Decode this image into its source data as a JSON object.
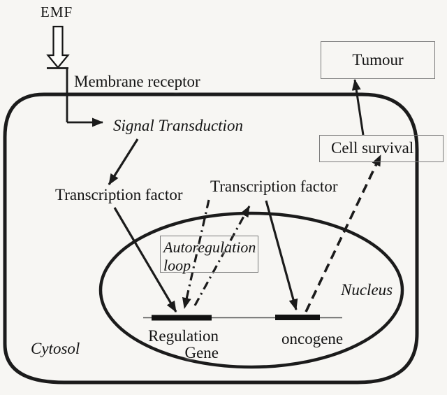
{
  "diagram": {
    "emf": "EMF",
    "membrane_receptor": "Membrane receptor",
    "signal_transduction": "Signal Transduction",
    "transcription_factor_left": "Transcription factor",
    "transcription_factor_right": "Transcription factor",
    "autoregulation_loop": {
      "line1": "Autoregulation",
      "line2": "loop"
    },
    "nucleus": "Nucleus",
    "regulation_gene": {
      "line1": "Regulation",
      "line2": "Gene"
    },
    "oncogene": "oncogene",
    "cytosol": "Cytosol",
    "tumour": "Tumour",
    "cell_survival": "Cell survival"
  },
  "colors": {
    "background": "#f7f6f3",
    "line": "#1b1b1b",
    "box_border": "#7a7a7a",
    "dna_line": "#555555",
    "text": "#141414"
  }
}
